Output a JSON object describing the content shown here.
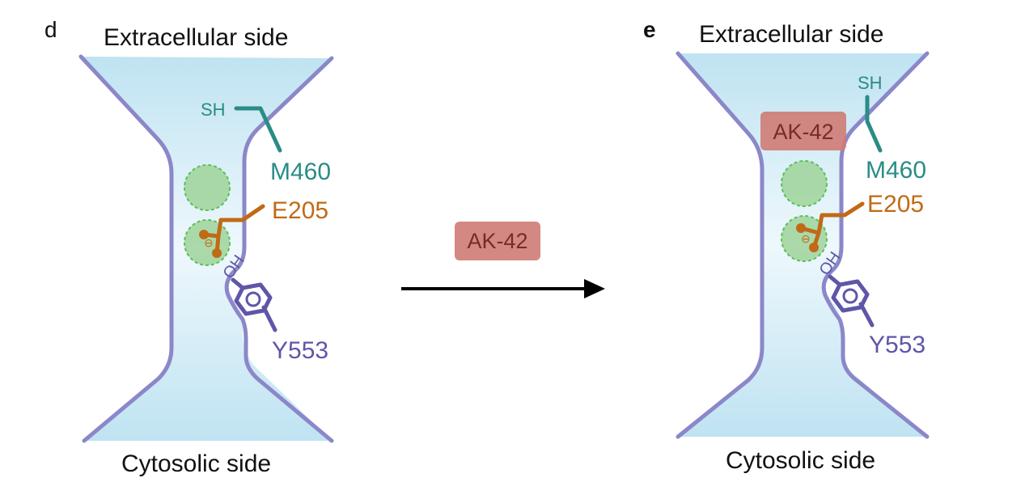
{
  "colors": {
    "channel_fill": "#c7e7f4",
    "channel_wall": "#8b87c9",
    "teal": "#2a8c86",
    "orange": "#c06a16",
    "purple": "#5f56a8",
    "green_site": "#9fd39a",
    "drug_box": "#cf7b74",
    "drug_text": "#7a2a28",
    "arrow": "#000000"
  },
  "panel_d": {
    "letter": "d",
    "top_label": "Extracellular side",
    "bottom_label": "Cytosolic side",
    "residue_m": "M460",
    "residue_e": "E205",
    "residue_y": "Y553",
    "sh": "SH",
    "oh": "OH"
  },
  "panel_e": {
    "letter": "e",
    "top_label": "Extracellular side",
    "bottom_label": "Cytosolic side",
    "residue_m": "M460",
    "residue_e": "E205",
    "residue_y": "Y553",
    "sh": "SH",
    "oh": "OH",
    "drug": "AK-42"
  },
  "transition": {
    "drug": "AK-42",
    "arrow_icon": "right-arrow-icon"
  }
}
